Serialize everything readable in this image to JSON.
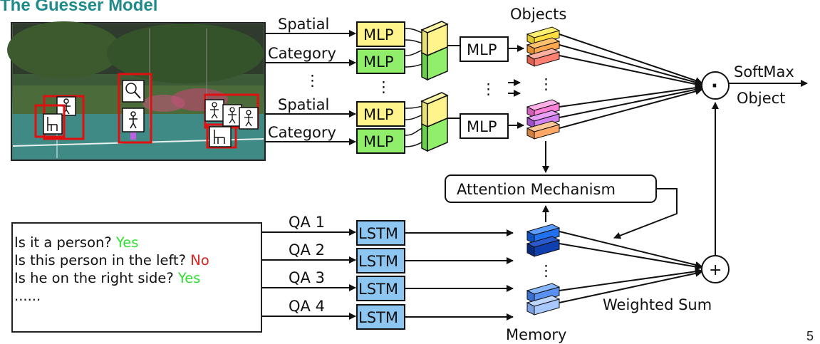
{
  "title": "The Guesser Model",
  "input_labels": {
    "spatial_1": "Spatial",
    "category_1": "Category",
    "spatial_2": "Spatial",
    "category_2": "Category",
    "dots": "⋮"
  },
  "mlp_label": "MLP",
  "lstm_label": "LSTM",
  "objects_label": "Objects",
  "softmax_label": "SoftMax",
  "object_label": "Object",
  "attention_label": "Attention Mechanism",
  "weighted_sum_label": "Weighted Sum",
  "memory_label": "Memory",
  "qa_labels": [
    "QA 1",
    "QA 2",
    "QA 3",
    "QA 4"
  ],
  "dialog": {
    "lines": [
      {
        "text": "Is it a person? ",
        "answer": "Yes",
        "answer_type": "yes"
      },
      {
        "text": "Is this person in the left? ",
        "answer": "No",
        "answer_type": "no"
      },
      {
        "text": "Is he on the right side? ",
        "answer": "Yes",
        "answer_type": "yes"
      },
      {
        "text": "......",
        "answer": "",
        "answer_type": ""
      }
    ]
  },
  "dot_symbol": "·",
  "plus_symbol": "+",
  "page_number": "5",
  "colors": {
    "title": "#1f8a8a",
    "mlp_yellow": "#fff48c",
    "mlp_green": "#90ee6a",
    "lstm_blue": "#8ec6f2",
    "answer_yes": "#33dd33",
    "answer_no": "#dd2222",
    "bbox_red": "#e01010"
  }
}
